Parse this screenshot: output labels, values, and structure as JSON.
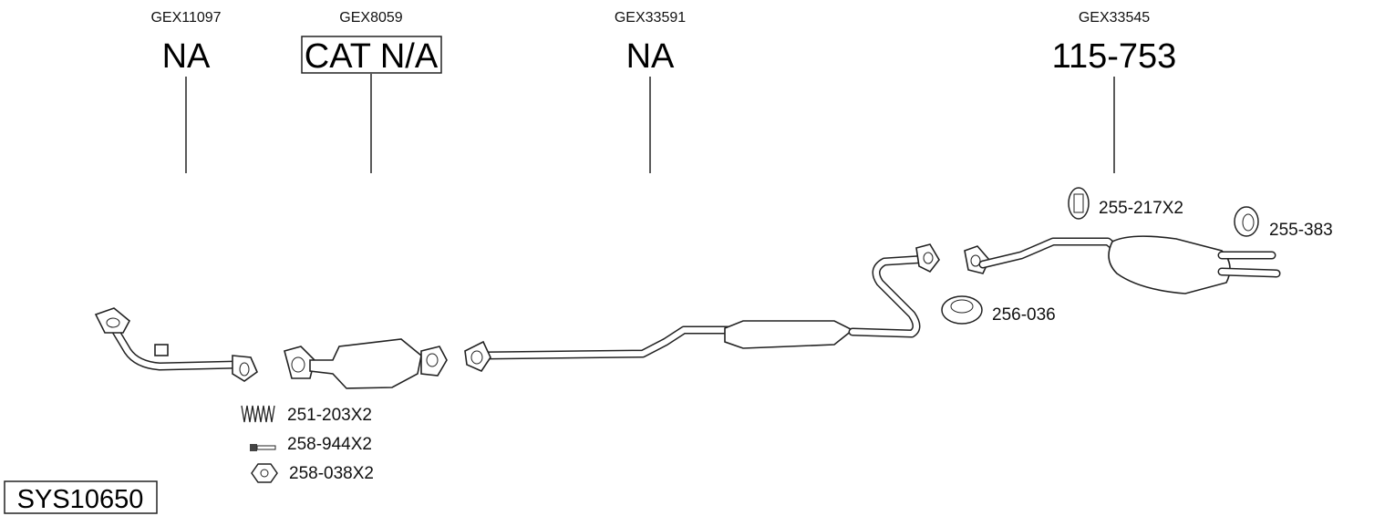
{
  "system_id": "SYS10650",
  "columns": [
    {
      "code": "GEX11097",
      "part_no": "NA"
    },
    {
      "code": "GEX8059",
      "part_no": "CAT N/A"
    },
    {
      "code": "GEX33591",
      "part_no": "NA"
    },
    {
      "code": "GEX33545",
      "part_no": "115-753"
    }
  ],
  "accessories": [
    {
      "label": "251-203X2",
      "icon": "spring-icon"
    },
    {
      "label": "258-944X2",
      "icon": "bolt-icon"
    },
    {
      "label": "258-038X2",
      "icon": "nut-icon"
    },
    {
      "label": "255-217X2",
      "icon": "rubber-hanger-icon"
    },
    {
      "label": "255-383",
      "icon": "rubber-ring-icon"
    },
    {
      "label": "256-036",
      "icon": "gasket-ring-icon"
    }
  ]
}
